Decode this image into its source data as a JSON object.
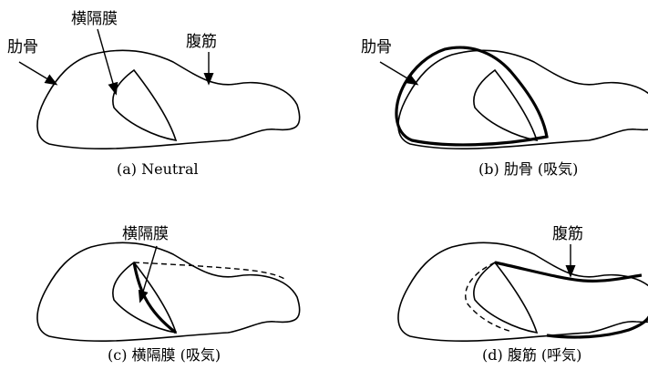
{
  "panels": {
    "a": {
      "labels": {
        "rib": "肋骨",
        "diaphragm": "横隔膜",
        "abdominal": "腹筋"
      },
      "caption": "(a) Neutral"
    },
    "b": {
      "labels": {
        "rib": "肋骨"
      },
      "caption": "(b) 肋骨 (吸気)"
    },
    "c": {
      "labels": {
        "diaphragm": "横隔膜"
      },
      "caption": "(c) 横隔膜 (吸気)"
    },
    "d": {
      "labels": {
        "abdominal": "腹筋"
      },
      "caption": "(d) 腹筋 (呼気)"
    }
  },
  "style": {
    "stroke_color": "#000000",
    "background": "#ffffff"
  }
}
